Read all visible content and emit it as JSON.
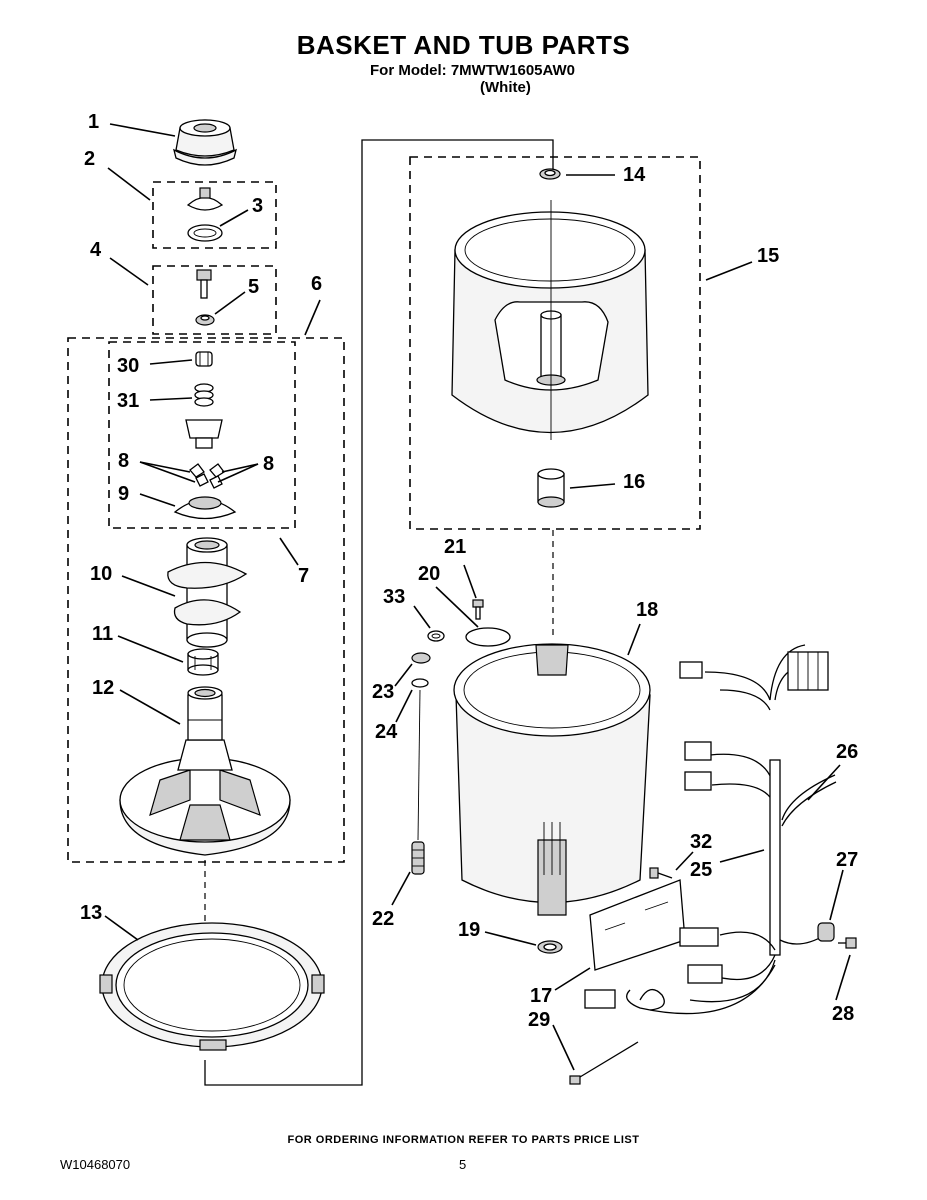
{
  "header": {
    "title": "BASKET AND TUB PARTS",
    "model_line": "For Model: 7MWTW1605AW0",
    "color_line": "(White)"
  },
  "footer": {
    "ordering_note": "FOR ORDERING INFORMATION REFER TO PARTS PRICE LIST",
    "document_number": "W10468070",
    "page_number": "5"
  },
  "part_labels": {
    "p1": "1",
    "p2": "2",
    "p3": "3",
    "p4": "4",
    "p5": "5",
    "p6": "6",
    "p7": "7",
    "p8a": "8",
    "p8b": "8",
    "p9": "9",
    "p10": "10",
    "p11": "11",
    "p12": "12",
    "p13": "13",
    "p14": "14",
    "p15": "15",
    "p16": "16",
    "p17": "17",
    "p18": "18",
    "p19": "19",
    "p20": "20",
    "p21": "21",
    "p22": "22",
    "p23": "23",
    "p24": "24",
    "p25": "25",
    "p26": "26",
    "p27": "27",
    "p28": "28",
    "p29": "29",
    "p30": "30",
    "p31": "31",
    "p32": "32",
    "p33": "33"
  }
}
